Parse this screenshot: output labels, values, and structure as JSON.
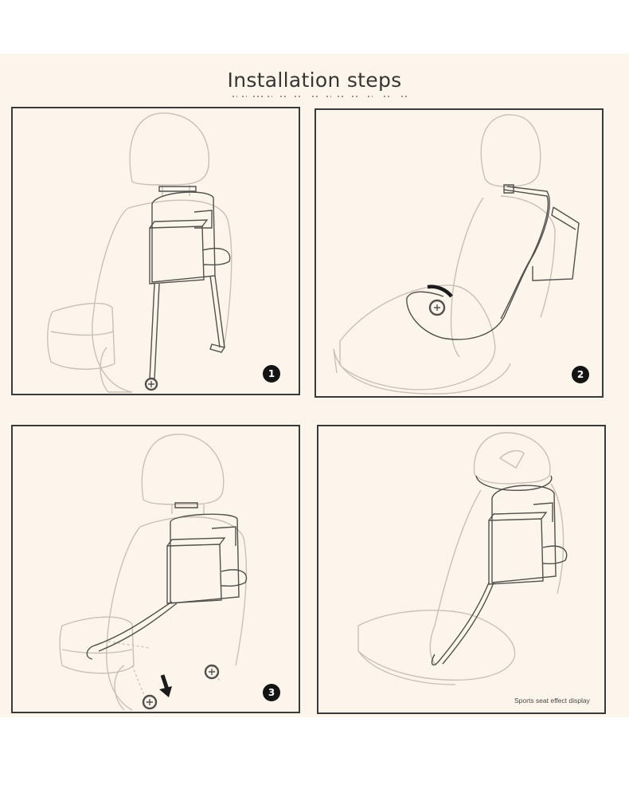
{
  "title": "Installation steps",
  "steps": [
    {
      "number": "1"
    },
    {
      "number": "2"
    },
    {
      "number": "3"
    }
  ],
  "caption": "Sports seat effect display",
  "colors": {
    "background": "#fcf5ec",
    "line": "#c9c0b6",
    "organizer": "#54504c",
    "panel_border": "#3a3a3a",
    "badge": "#141414"
  }
}
